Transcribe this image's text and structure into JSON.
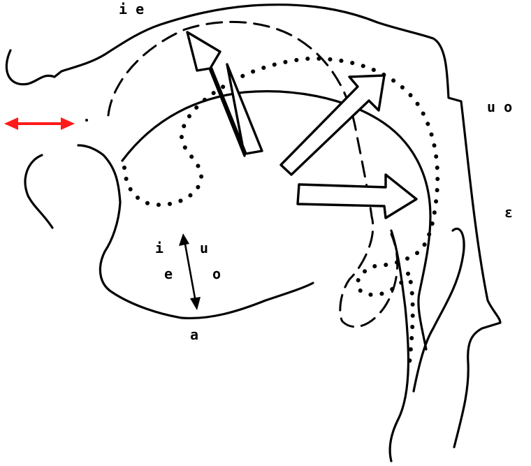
{
  "labels": {
    "front_upper": "i e",
    "back_upper": "u o",
    "pharynx": "ɛ",
    "jaw_i": "i",
    "jaw_u": "u",
    "jaw_e": "e",
    "jaw_o": "o",
    "jaw_a": "a"
  },
  "colors": {
    "line": "#000000",
    "lip_arrow": "#ff1a1a",
    "background": "#ffffff"
  }
}
